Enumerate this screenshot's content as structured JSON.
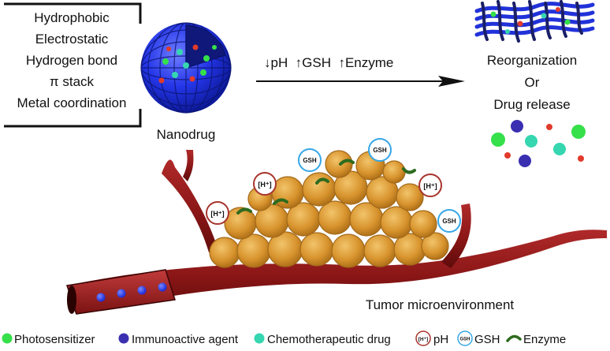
{
  "interactions": {
    "items": [
      "Hydrophobic",
      "Electrostatic",
      "Hydrogen bond",
      "π stack",
      "Metal coordination"
    ]
  },
  "nanodrug": {
    "label": "Nanodrug"
  },
  "stimuli": {
    "label": "↓pH  ↑GSH  ↑Enzyme"
  },
  "outcome": {
    "reorganization": "Reorganization",
    "or": "Or",
    "drug_release": "Drug release"
  },
  "environment": {
    "label": "Tumor microenvironment"
  },
  "markers": {
    "proton": "[H⁺]",
    "gsh": "GSH"
  },
  "legend": {
    "photosensitizer": "Photosensitizer",
    "immunoactive": "Immunoactive agent",
    "chemo": "Chemotherapeutic drug",
    "ph_icon": "[H⁺]",
    "ph": "pH",
    "gsh_icon": "GSH",
    "gsh": "GSH",
    "enzyme": "Enzyme"
  },
  "colors": {
    "photosensitizer": "#35e04a",
    "immunoactive": "#3a2fb0",
    "chemo": "#35d6b0",
    "proton_ring": "#a8342c",
    "gsh_ring": "#35a7e6",
    "enzyme": "#2e6b1e",
    "vessel": "#8f1a1a",
    "tumor": "#d9962e",
    "nanoparticle": "#1f33e8"
  }
}
